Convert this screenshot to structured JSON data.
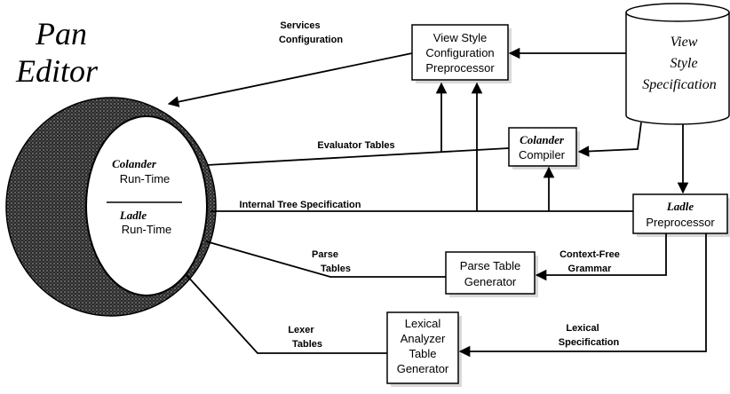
{
  "title": {
    "line1": "Pan",
    "line2": "Editor"
  },
  "torus": {
    "colander_name": "Colander",
    "colander_suffix": "Run-Time",
    "ladle_name": "Ladle",
    "ladle_suffix": "Run-Time"
  },
  "view_style_spec": {
    "line1": "View",
    "line2": "Style",
    "line3": "Specification"
  },
  "boxes": {
    "vscp": {
      "line1": "View Style",
      "line2": "Configuration",
      "line3": "Preprocessor"
    },
    "colander_compiler": {
      "name": "Colander",
      "line2": "Compiler"
    },
    "ladle_preprocessor": {
      "name": "Ladle",
      "line2": "Preprocessor"
    },
    "parse_table_gen": {
      "line1": "Parse Table",
      "line2": "Generator"
    },
    "lexical_gen": {
      "line1": "Lexical",
      "line2": "Analyzer",
      "line3": "Table",
      "line4": "Generator"
    }
  },
  "labels": {
    "services": "Services",
    "configuration": "Configuration",
    "evaluator_tables": "Evaluator Tables",
    "internal_tree": "Internal Tree Specification",
    "parse": "Parse",
    "parse_tables": "Tables",
    "cfg1": "Context-Free",
    "cfg2": "Grammar",
    "lexer": "Lexer",
    "lexer_tables": "Tables",
    "lexical": "Lexical",
    "specification": "Specification"
  }
}
